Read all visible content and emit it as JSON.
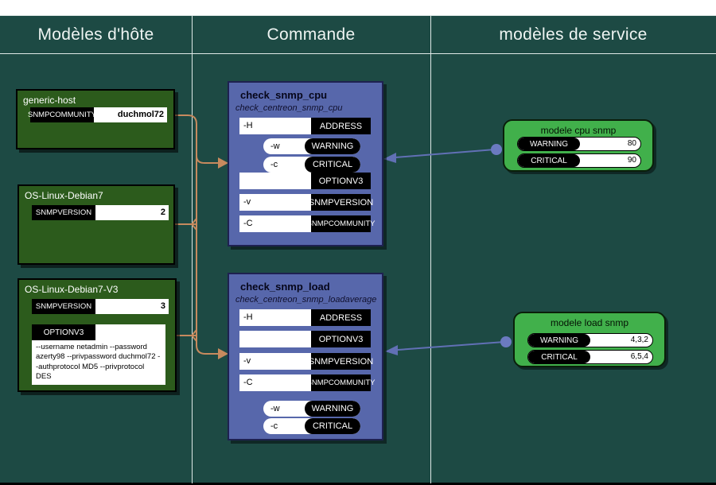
{
  "header": {
    "columns": [
      {
        "label": "Modèles d'hôte"
      },
      {
        "label": "Commande"
      },
      {
        "label": "modèles de service"
      }
    ]
  },
  "hosts": [
    {
      "title": "generic-host",
      "rows": [
        {
          "label": "SNMPCOMMUNITY",
          "value": "duchmol72"
        }
      ]
    },
    {
      "title": "OS-Linux-Debian7",
      "rows": [
        {
          "label": "SNMPVERSION",
          "value": "2"
        }
      ]
    },
    {
      "title": "OS-Linux-Debian7-V3",
      "rows": [
        {
          "label": "SNMPVERSION",
          "value": "3"
        }
      ],
      "option": {
        "label": "OPTIONV3",
        "text": "--username netadmin --password azerty98 --privpassword duchmol72 --authprotocol MD5 --privprotocol DES"
      }
    }
  ],
  "commands": [
    {
      "title": "check_snmp_cpu",
      "subtitle": "check_centreon_snmp_cpu",
      "rows": [
        {
          "flag": "-H",
          "macro": "ADDRESS"
        },
        {
          "flag": "-w",
          "macro": "WARNING"
        },
        {
          "flag": "-c",
          "macro": "CRITICAL"
        },
        {
          "flag": "",
          "macro": "OPTIONV3"
        },
        {
          "flag": "-v",
          "macro": "SNMPVERSION"
        },
        {
          "flag": "-C",
          "macro": "SNMPCOMMUNITY"
        }
      ]
    },
    {
      "title": "check_snmp_load",
      "subtitle": "check_centreon_snmp_loadaverage",
      "rows": [
        {
          "flag": "-H",
          "macro": "ADDRESS"
        },
        {
          "flag": "",
          "macro": "OPTIONV3"
        },
        {
          "flag": "-v",
          "macro": "SNMPVERSION"
        },
        {
          "flag": "-C",
          "macro": "SNMPCOMMUNITY"
        },
        {
          "flag": "-w",
          "macro": "WARNING"
        },
        {
          "flag": "-c",
          "macro": "CRITICAL"
        }
      ]
    }
  ],
  "services": [
    {
      "title": "modele cpu snmp",
      "rows": [
        {
          "label": "WARNING",
          "value": "80"
        },
        {
          "label": "CRITICAL",
          "value": "90"
        }
      ]
    },
    {
      "title": "modele load snmp",
      "rows": [
        {
          "label": "WARNING",
          "value": "4,3,2"
        },
        {
          "label": "CRITICAL",
          "value": "6,5,4"
        }
      ]
    }
  ],
  "connections": [
    {
      "from": "generic-host",
      "to": "check_snmp_cpu",
      "type": "host-link"
    },
    {
      "from": "OS-Linux-Debian7",
      "to": "check_snmp_cpu",
      "type": "host-link"
    },
    {
      "from": "OS-Linux-Debian7-V3",
      "to": "check_snmp_load",
      "type": "host-link"
    },
    {
      "from": "modele cpu snmp",
      "to": "check_snmp_cpu",
      "type": "service-link"
    },
    {
      "from": "modele load snmp",
      "to": "check_snmp_load",
      "type": "service-link"
    }
  ],
  "colors": {
    "background": "#1d4a44",
    "host_box": "#2c5b1c",
    "command_box": "#5767ab",
    "service_box": "#41b04b",
    "connector_host": "#c78a5e",
    "connector_service": "#6170b5"
  }
}
